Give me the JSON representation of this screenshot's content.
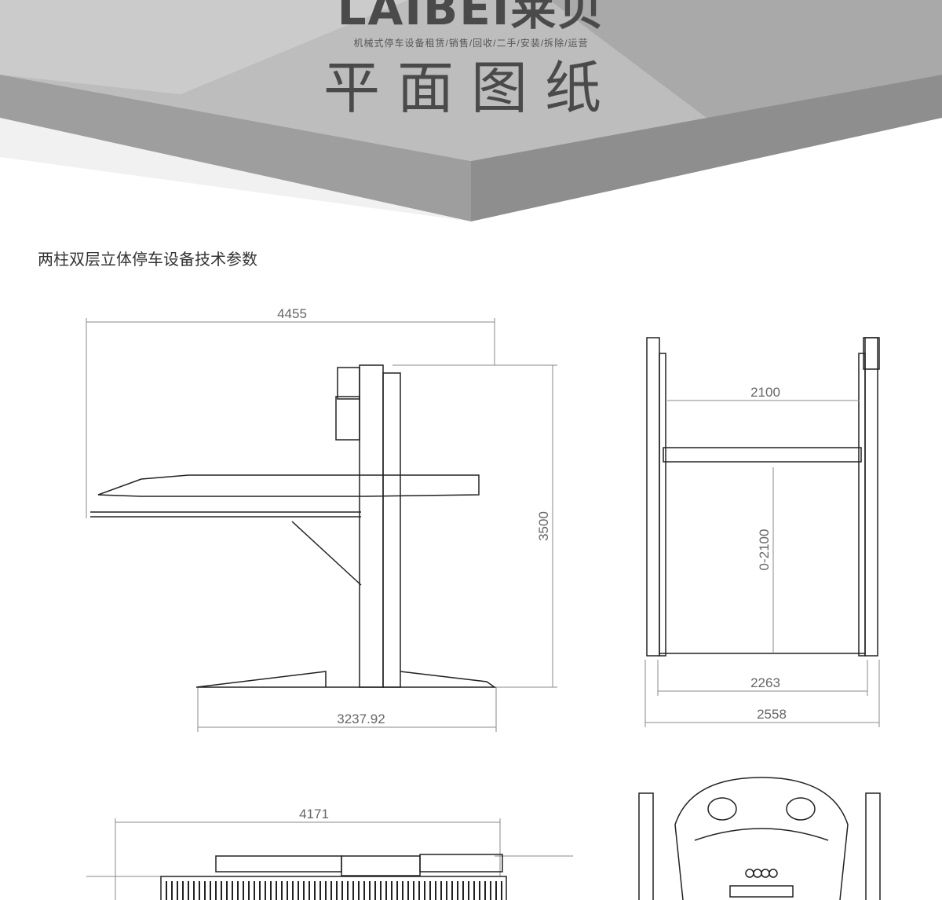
{
  "header": {
    "logo": "LAIBEI莱贝",
    "tagline": "机械式停车设备租赁/销售/回收/二手/安装/拆除/运营",
    "title": "平面图纸"
  },
  "section_title": "两柱双层立体停车设备技术参数",
  "side_view": {
    "overall_length": "4455",
    "height": "3500",
    "base_length": "3237.92"
  },
  "front_view": {
    "platform_width": "2100",
    "lift_range": "0-2100",
    "inner_width": "2263",
    "outer_width": "2558"
  },
  "top_view": {
    "length": "4171"
  },
  "colors": {
    "header_gray": "#b4b4b4",
    "header_dark": "#9a9a9a",
    "text": "#4a4a4a"
  }
}
